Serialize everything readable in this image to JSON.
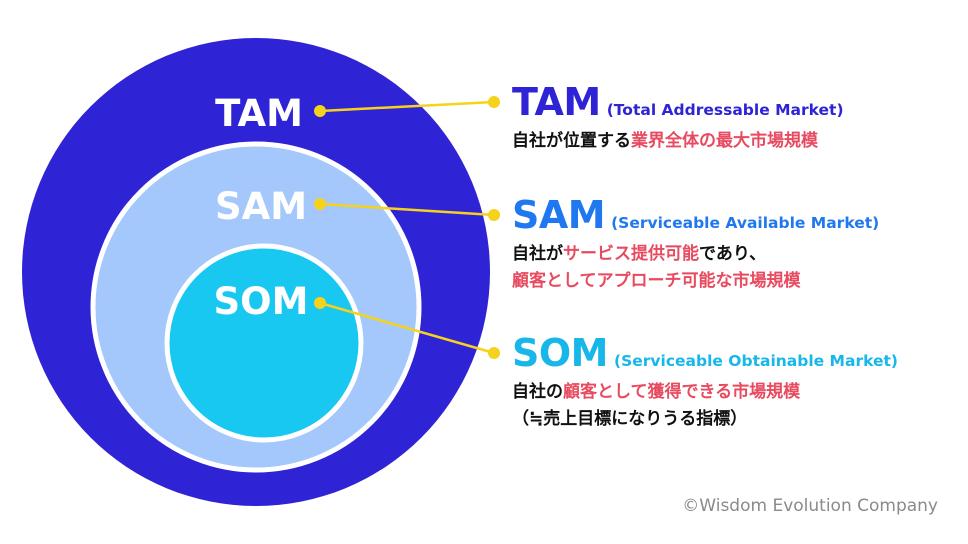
{
  "colors": {
    "tam": "#2f23d6",
    "sam": "#a4c8fb",
    "som": "#19c8f0",
    "ring": "#ffffff",
    "connector": "#f5d21b",
    "accent_text": "#e84a5f",
    "copyright": "#8a8a8a"
  },
  "circles": {
    "tam_label": "TAM",
    "sam_label": "SAM",
    "som_label": "SOM"
  },
  "legend": {
    "tam": {
      "abbr": "TAM",
      "full": "(Total Addressable Market)",
      "desc_plain": "自社が位置する",
      "desc_accent": "業界全体の最大市場規模"
    },
    "sam": {
      "abbr": "SAM",
      "full": "(Serviceable Available Market)",
      "desc_plain_1": "自社が",
      "desc_accent_1": "サービス提供可能",
      "desc_plain_2": "であり、",
      "desc_accent_2": "顧客としてアプローチ可能な市場規模"
    },
    "som": {
      "abbr": "SOM",
      "full": "(Serviceable Obtainable Market)",
      "desc_plain": "自社の",
      "desc_accent": "顧客として獲得できる市場規模",
      "desc_line2": "（≒売上目標になりうる指標）"
    }
  },
  "copyright": "©Wisdom Evolution Company"
}
